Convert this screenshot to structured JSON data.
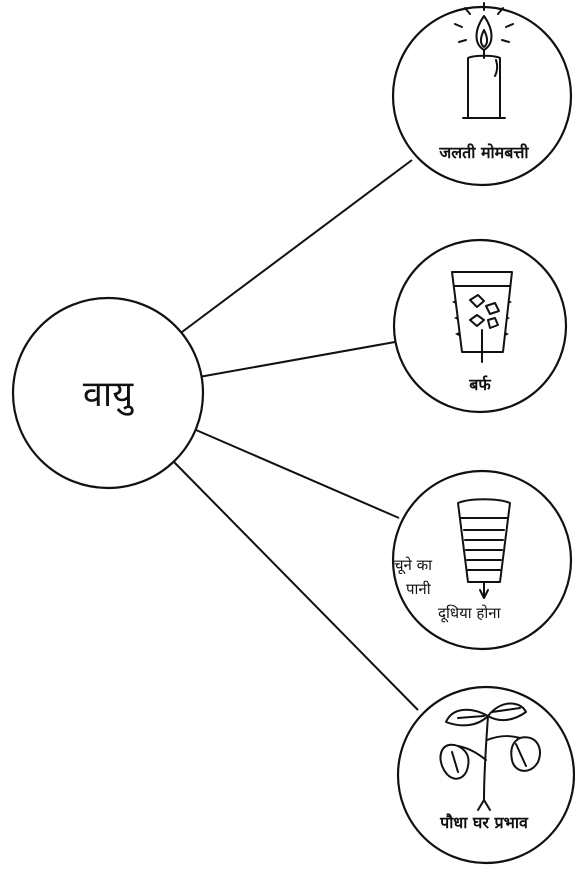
{
  "center": {
    "label": "वायु"
  },
  "nodes": [
    {
      "id": "candle",
      "label": "जलती मोमबत्ती",
      "icon": "candle-icon"
    },
    {
      "id": "ice",
      "label": "बर्फ",
      "icon": "ice-glass-icon"
    },
    {
      "id": "limewater",
      "label_lines": [
        "चूने का",
        "पानी",
        "दूधिया होना"
      ],
      "icon": "limewater-glass-icon"
    },
    {
      "id": "plant",
      "label": "पौधा घर प्रभाव",
      "icon": "plant-icon"
    }
  ],
  "colors": {
    "ink": "#111111",
    "background": "#ffffff"
  }
}
